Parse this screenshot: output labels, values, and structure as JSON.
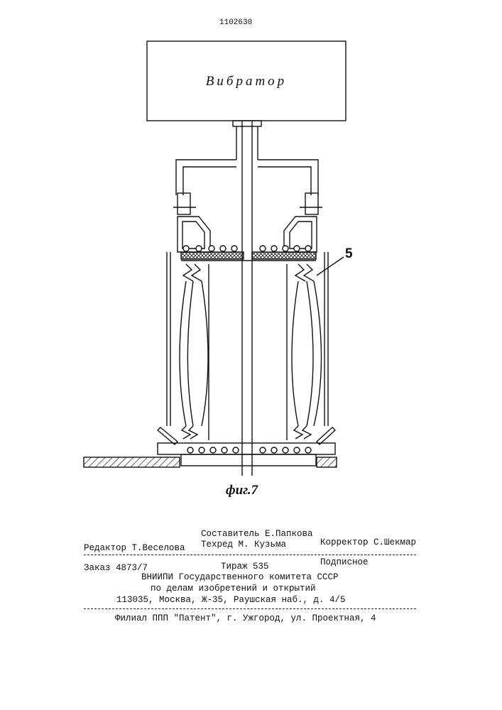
{
  "header": {
    "patent_number": "1102630"
  },
  "drawing": {
    "block_label": "Вибратор",
    "reference_numeral": "5",
    "figure_label": "фиг.7"
  },
  "footer": {
    "compiler": "Составитель Е.Папкова",
    "editor": "Редактор Т.Веселова",
    "techred": "Техред М. Кузьма",
    "corrector": "Корректор С.Шекмар",
    "order": "Заказ 4873/7",
    "circulation": "Тираж 535",
    "subscription": "Подписное",
    "org_line1": "ВНИИПИ Государственного комитета СССР",
    "org_line2": "по делам изобретений и открытий",
    "address": "113035, Москва, Ж-35, Раушская наб., д. 4/5",
    "branch": "Филиал ППП \"Патент\", г. Ужгород, ул. Проектная, 4"
  }
}
